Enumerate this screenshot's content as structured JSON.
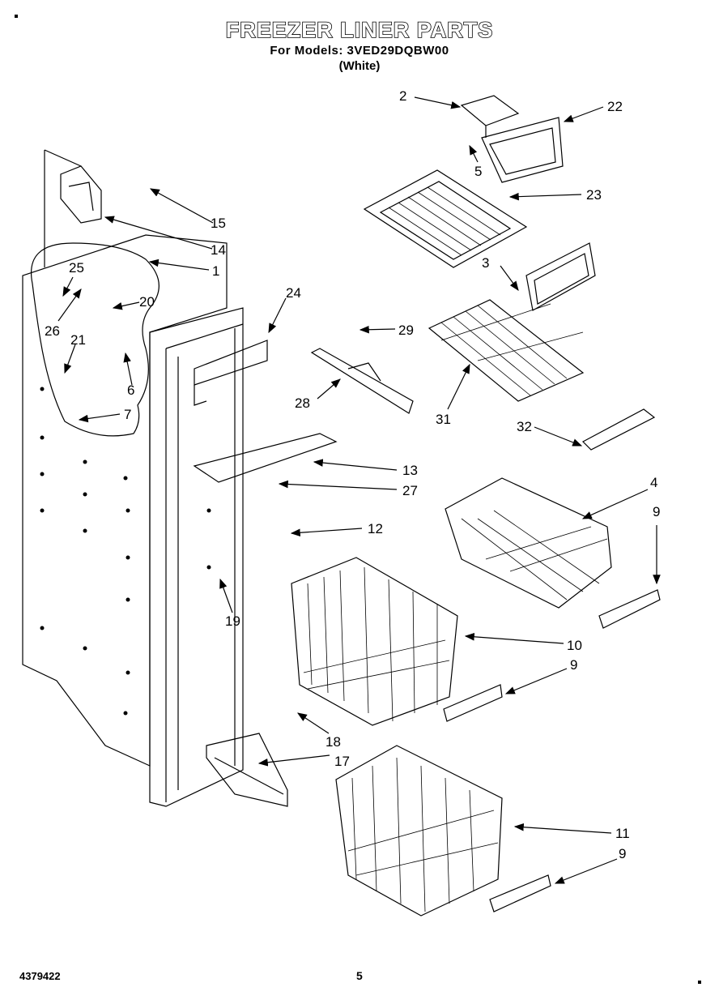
{
  "title": "FREEZER LINER PARTS",
  "subtitle": "For Models: 3VED29DQBW00",
  "color_note": "(White)",
  "callouts": {
    "c1": "1",
    "c2": "2",
    "c3": "3",
    "c4": "4",
    "c5": "5",
    "c6": "6",
    "c7": "7",
    "c9a": "9",
    "c9b": "9",
    "c9c": "9",
    "c10": "10",
    "c11": "11",
    "c12": "12",
    "c13": "13",
    "c14": "14",
    "c15": "15",
    "c17": "17",
    "c18": "18",
    "c19": "19",
    "c20": "20",
    "c21": "21",
    "c22": "22",
    "c23": "23",
    "c24": "24",
    "c25": "25",
    "c26": "26",
    "c27": "27",
    "c28": "28",
    "c29": "29",
    "c31": "31",
    "c32": "32"
  },
  "footer": {
    "doc_number": "4379422",
    "page_number": "5"
  }
}
